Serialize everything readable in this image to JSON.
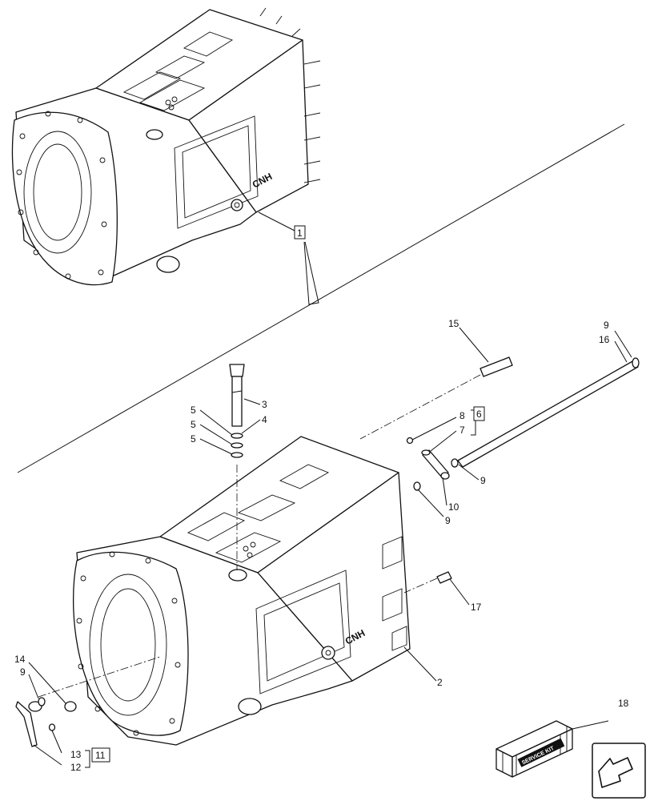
{
  "callouts": {
    "c1": "1",
    "c2": "2",
    "c3": "3",
    "c4": "4",
    "c5a": "5",
    "c5b": "5",
    "c5c": "5",
    "c6": "6",
    "c7": "7",
    "c8": "8",
    "c9_top": "9",
    "c9_right": "9",
    "c9_mid": "9",
    "c9_left": "9",
    "c10": "10",
    "c11": "11",
    "c12": "12",
    "c13": "13",
    "c14": "14",
    "c15": "15",
    "c16": "16",
    "c17": "17",
    "c18": "18"
  },
  "housing_top": {
    "brand_mark": "CNH"
  },
  "housing_bottom": {
    "brand_mark": "CNH"
  },
  "service_kit": {
    "text": "SERVICE KIT"
  }
}
